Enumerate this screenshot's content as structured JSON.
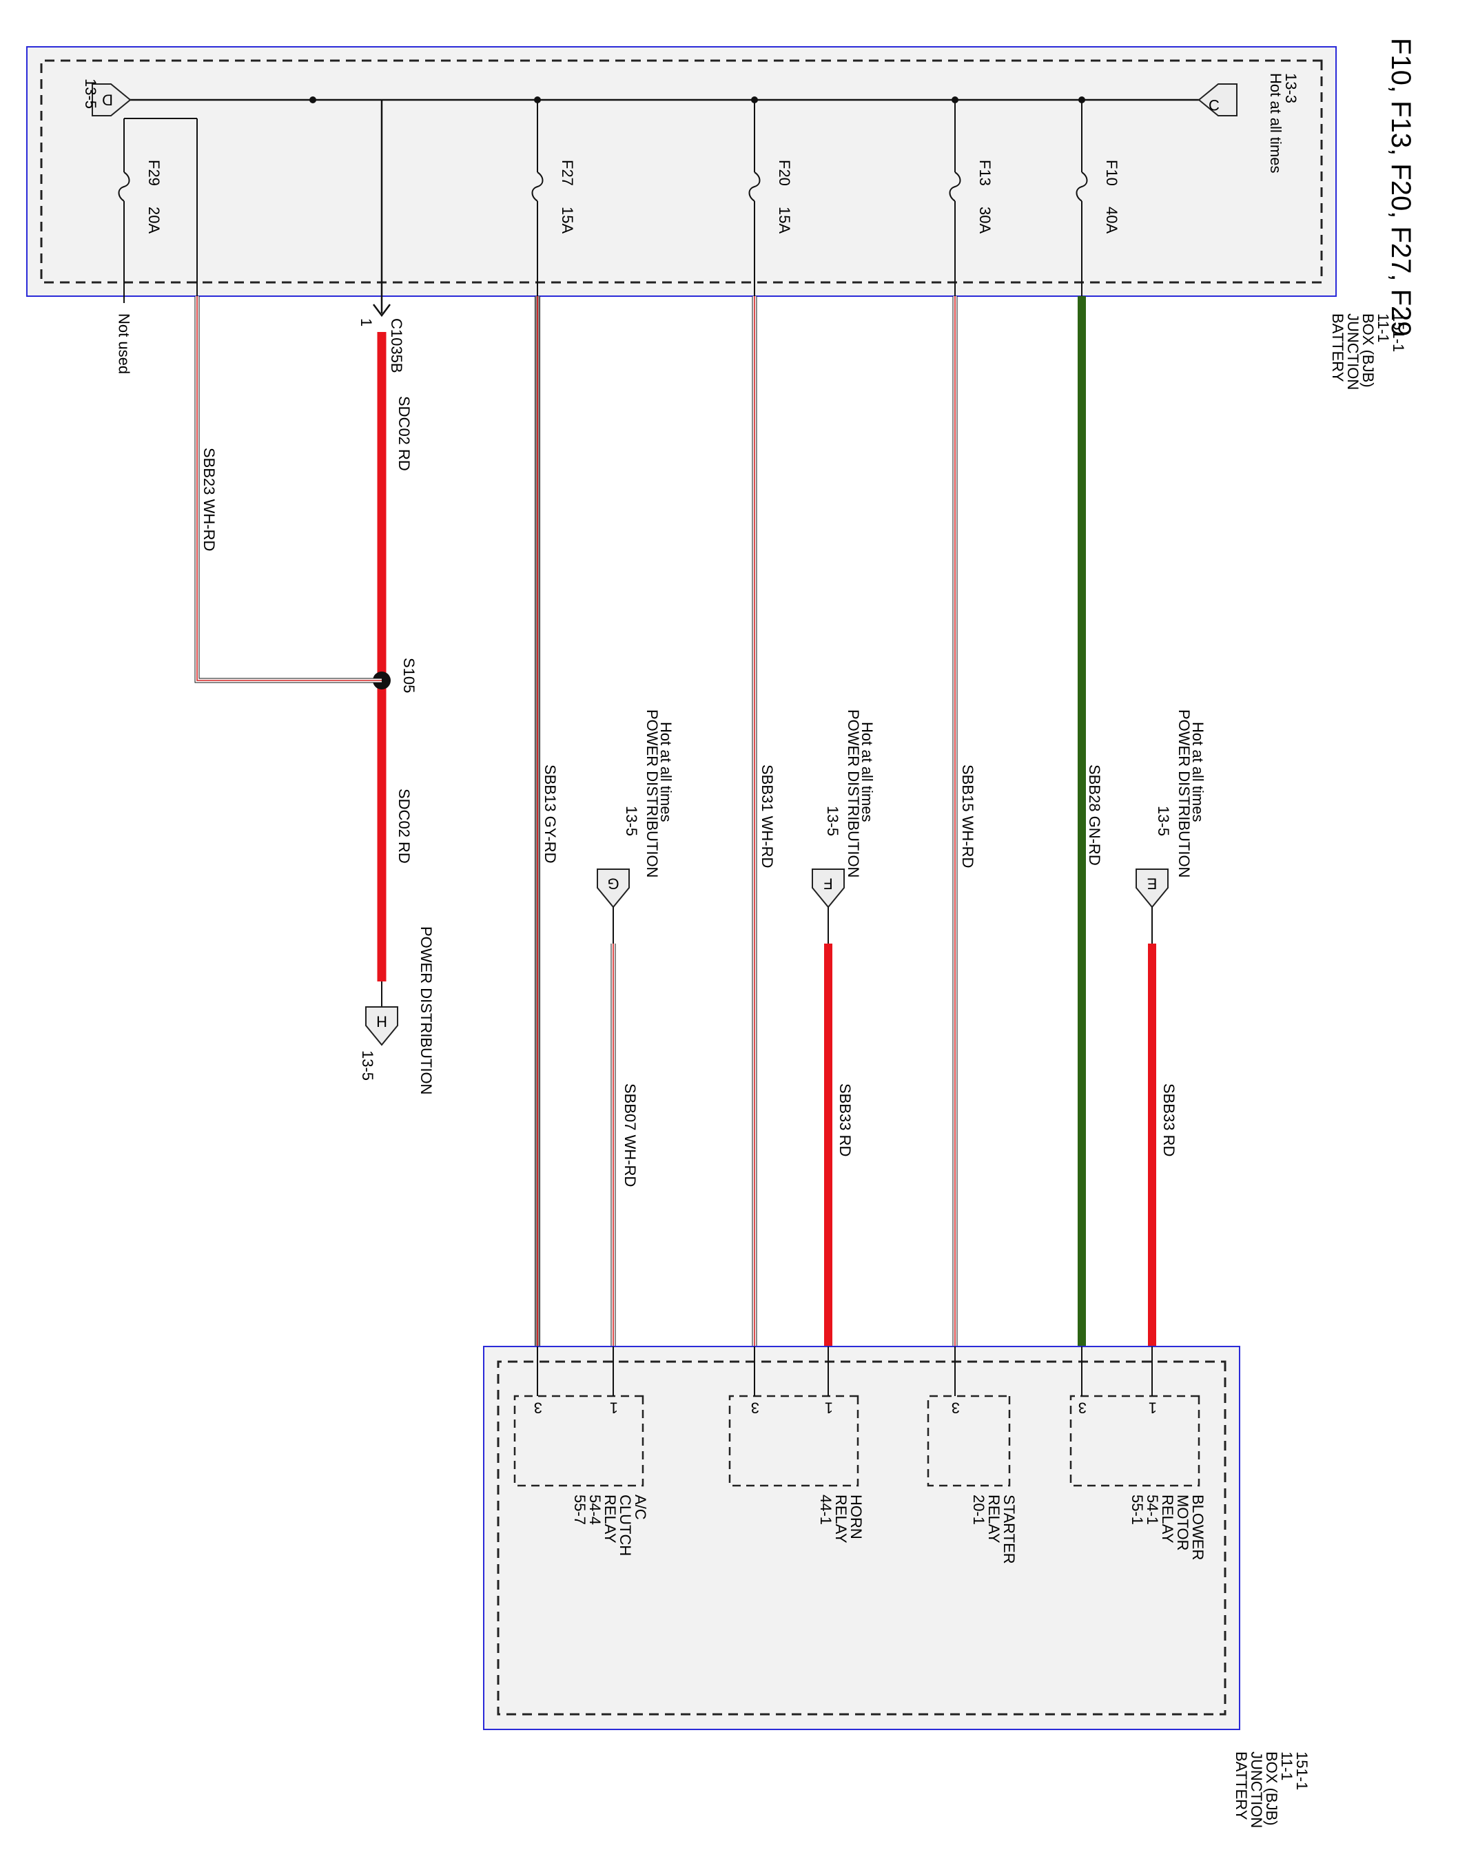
{
  "title": "F10, F13, F20, F27, F29",
  "colors": {
    "red": "#e8141c",
    "green": "#2d6414",
    "box_border": "#2a2ad8",
    "box_fill": "#f2f2f2",
    "wire_dark": "#111111",
    "white_red_stripe": "#d42020"
  },
  "bjb_top": {
    "name_lines": [
      "BATTERY",
      "JUNCTION",
      "BOX (BJB)",
      "11-1",
      "151-1"
    ],
    "source": {
      "id": "C",
      "text": "Hot at all times",
      "ref": "13-3"
    },
    "exit": {
      "id": "D",
      "ref": "13-5"
    }
  },
  "fuses": [
    {
      "id": "F10",
      "rating": "40A"
    },
    {
      "id": "F13",
      "rating": "30A"
    },
    {
      "id": "F20",
      "rating": "15A"
    },
    {
      "id": "F27",
      "rating": "15A"
    },
    {
      "id": "F29",
      "rating": "20A"
    }
  ],
  "wires": {
    "sbb28": "SBB28   GN-RD",
    "sbb15": "SBB15   WH-RD",
    "sbb31": "SBB31   WH-RD",
    "sbb13": "SBB13   GY-RD",
    "sbb33_e": "SBB33   RD",
    "sbb33_f": "SBB33   RD",
    "sbb07": "SBB07   WH-RD",
    "sdc02_a": "SDC02   RD",
    "sdc02_b": "SDC02   RD",
    "sbb23": "SBB23   WH-RD"
  },
  "connectors": {
    "c1035b": "C1035B",
    "c1035b_pin": "1",
    "not_used": "Not used",
    "splice": "S105"
  },
  "power_distribution": [
    {
      "id": "E",
      "lines": [
        "Hot at all times",
        "POWER DISTRIBUTION",
        "13-5"
      ]
    },
    {
      "id": "F",
      "lines": [
        "Hot at all times",
        "POWER DISTRIBUTION",
        "13-5"
      ]
    },
    {
      "id": "G",
      "lines": [
        "Hot at all times",
        "POWER DISTRIBUTION",
        "13-5"
      ]
    },
    {
      "id": "H",
      "lines": [
        "POWER DISTRIBUTION",
        "13-5"
      ]
    }
  ],
  "relays": [
    {
      "lines": [
        "BLOWER",
        "MOTOR",
        "RELAY",
        "54-1",
        "55-1"
      ],
      "pins": [
        "1",
        "3"
      ]
    },
    {
      "lines": [
        "STARTER",
        "RELAY",
        "20-1"
      ],
      "pins": [
        "3"
      ]
    },
    {
      "lines": [
        "HORN",
        "RELAY",
        "44-1"
      ],
      "pins": [
        "1",
        "3"
      ]
    },
    {
      "lines": [
        "A/C",
        "CLUTCH",
        "RELAY",
        "54-4",
        "55-7"
      ],
      "pins": [
        "1",
        "3"
      ]
    }
  ],
  "bjb_bottom": {
    "name_lines": [
      "BATTERY",
      "JUNCTION",
      "BOX (BJB)",
      "11-1",
      "151-1"
    ]
  }
}
